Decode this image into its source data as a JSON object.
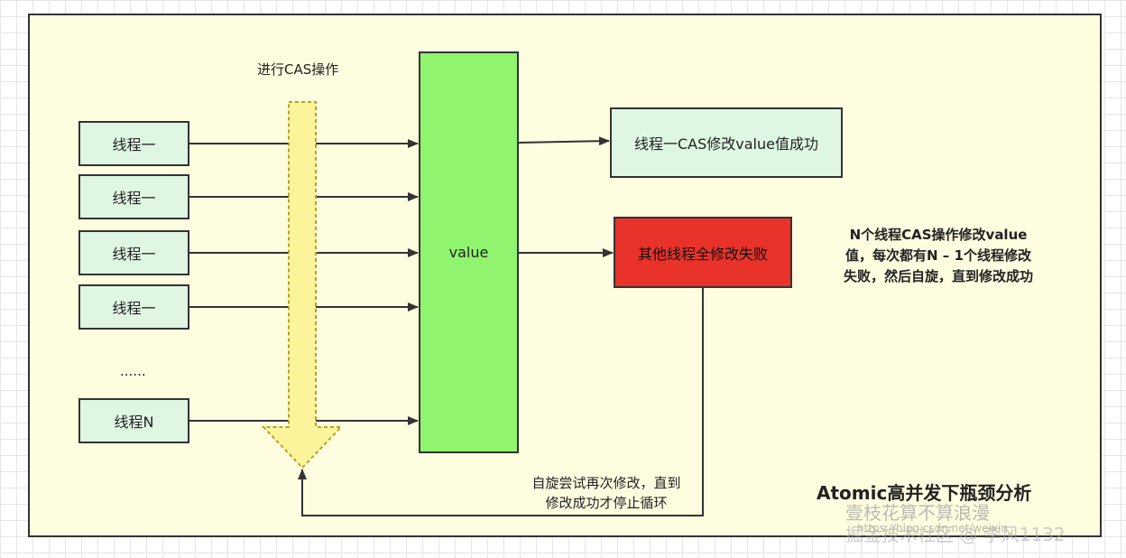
{
  "diagram": {
    "cas_label": "进行CAS操作",
    "threads": [
      "线程一",
      "线程一",
      "线程一",
      "线程一"
    ],
    "ellipsis": "......",
    "thread_n": "线程N",
    "value_label": "value",
    "success_label": "线程一CAS修改value值成功",
    "fail_label": "其他线程全修改失败",
    "note_lines": [
      "N个线程CAS操作修改value",
      "值，每次都有N – 1个线程修改",
      "失败，然后自旋，直到修改成功"
    ],
    "loop_lines": [
      "自旋尝试再次修改，直到",
      "修改成功才停止循环"
    ],
    "caption": "Atomic高并发下瓶颈分析"
  },
  "watermark": {
    "main": "壹枝花算不算浪漫",
    "sub": "掘金技术社区 @ 李风1132",
    "url": "https://blog.csdn.net/weixin_"
  },
  "colors": {
    "background": "#fffde0",
    "thread_box": "#dff6e3",
    "value_box": "#90f46e",
    "fail_box": "#e8322a",
    "cas_arrow": "#fcf49a"
  }
}
